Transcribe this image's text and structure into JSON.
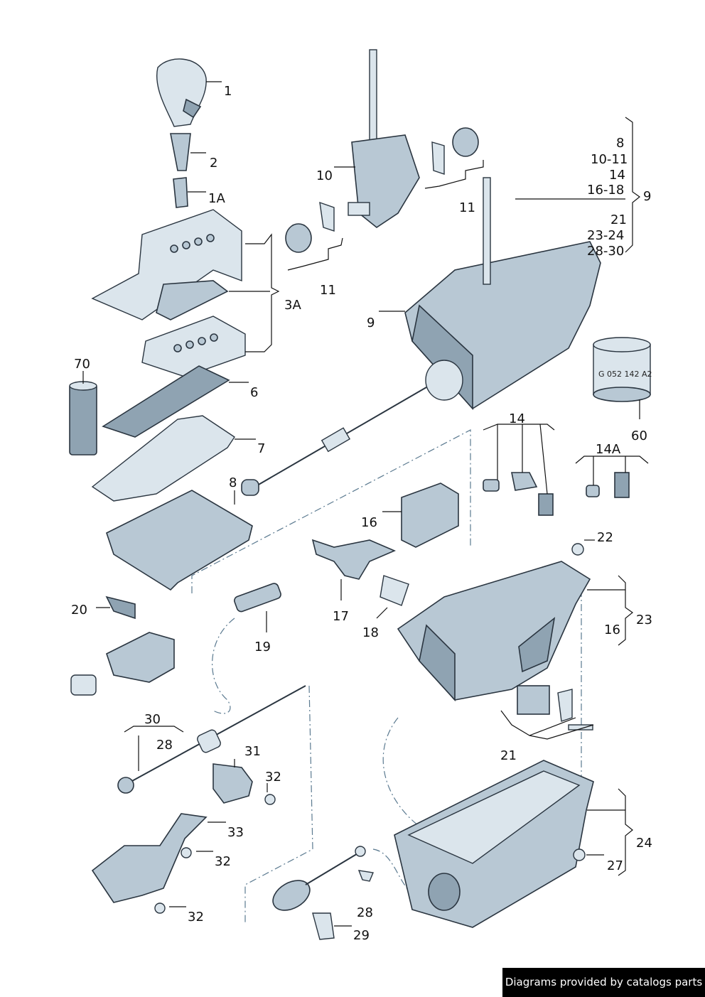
{
  "labels": {
    "l1": "1",
    "l2": "2",
    "l1A": "1A",
    "l3A": "3A",
    "l6": "6",
    "l7": "7",
    "l8": "8",
    "l70": "70",
    "l10": "10",
    "l11a": "11",
    "l11b": "11",
    "l9a": "9",
    "l9b": "9",
    "g8": "8",
    "g10_11": "10-11",
    "g14": "14",
    "g16_18": "16-18",
    "g21": "21",
    "g23_24": "23-24",
    "g28_30": "28-30",
    "l60": "60",
    "can_text": "G 052 142 A2",
    "l14": "14",
    "l14A": "14A",
    "l16a": "16",
    "l16b": "16",
    "l22": "22",
    "l23": "23",
    "l17": "17",
    "l18": "18",
    "l19": "19",
    "l20": "20",
    "l30": "30",
    "l28a": "28",
    "l31": "31",
    "l32a": "32",
    "l32b": "32",
    "l32c": "32",
    "l33": "33",
    "l21": "21",
    "l24": "24",
    "l27": "27",
    "l28b": "28",
    "l29": "29"
  },
  "credit": "Diagrams provided by catalogs parts"
}
